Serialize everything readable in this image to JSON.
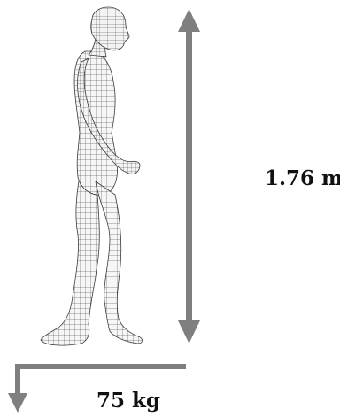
{
  "height_label": "1.76 m",
  "weight_label": "75 kg",
  "colors": {
    "arrow": "#7f7f7f",
    "mesh_line": "#3a3a3a",
    "skin_fill": "#f4f4f4",
    "text": "#111111"
  },
  "icons": {
    "figure": "wireframe-human-figure",
    "height_arrow": "double-headed-vertical-arrow",
    "weight_arrow": "bent-down-arrow"
  }
}
